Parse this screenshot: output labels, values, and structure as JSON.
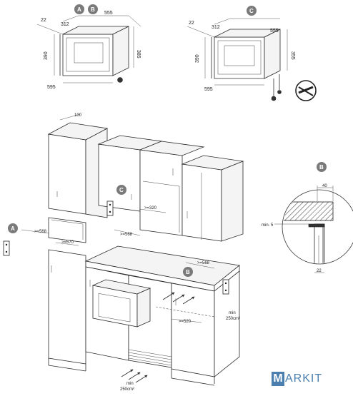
{
  "badges": {
    "a": "A",
    "b": "B",
    "c": "C"
  },
  "top_left": {
    "d22": "22",
    "d312": "312",
    "d555": "555",
    "d390": "390",
    "d385": "385",
    "d595": "595"
  },
  "top_right": {
    "d22": "22",
    "d312": "312",
    "d555": "555",
    "d390": "390",
    "d355": "355",
    "d595": "595"
  },
  "kitchen": {
    "d100": "100",
    "d320": ">=320",
    "d568_c": ">=568",
    "d568_a": ">=568",
    "d570": ">=570",
    "d568_b": ">=568",
    "d520": ">=520",
    "vent_top_min": "min",
    "vent_top_area": "250cm²",
    "vent_bottom_min": "min",
    "vent_bottom_area": "250cm²"
  },
  "detail": {
    "d40": "40",
    "min5_label": "min. 5",
    "d22": "22"
  },
  "brand": {
    "first": "M",
    "rest": "ARKIT"
  },
  "colors": {
    "brand": "#4a7fb0",
    "badge": "#7a7a7a"
  }
}
